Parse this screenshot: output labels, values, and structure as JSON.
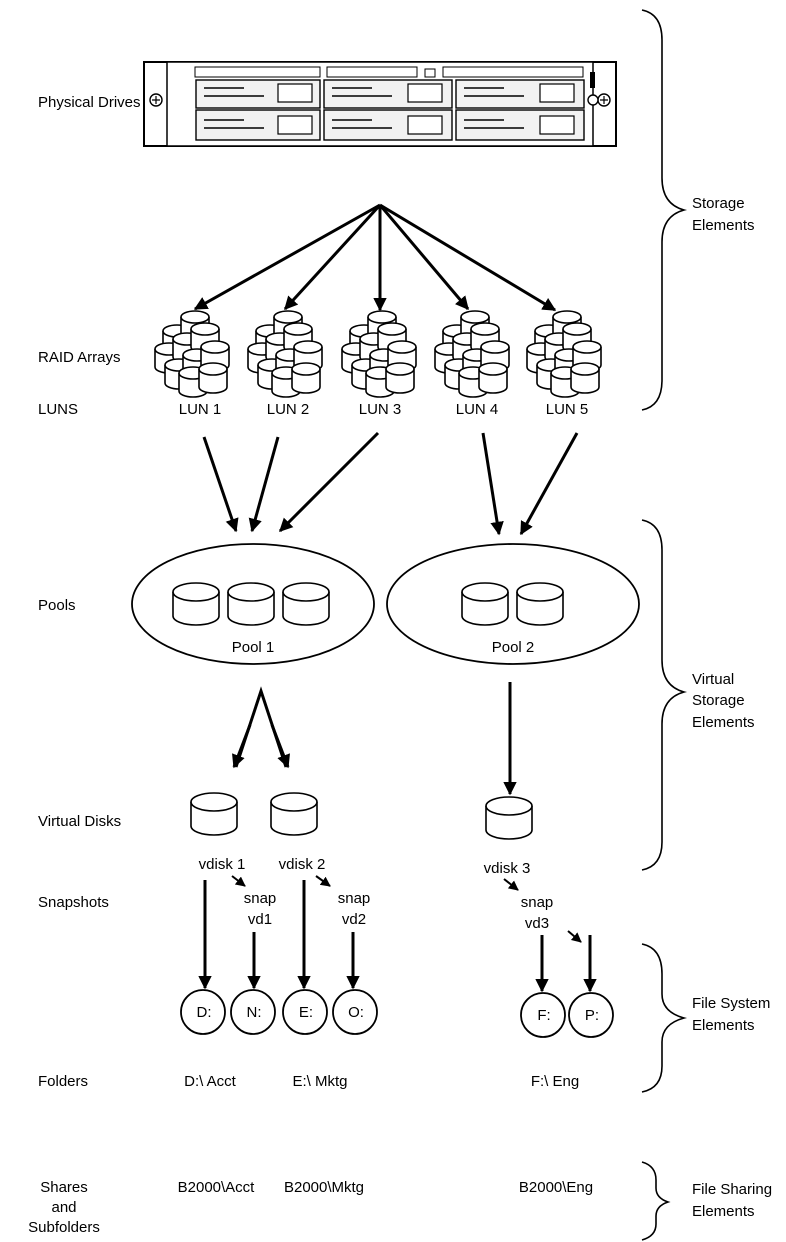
{
  "row_labels": {
    "physical_drives": "Physical Drives",
    "raid_arrays": "RAID Arrays",
    "luns": "LUNS",
    "pools": "Pools",
    "virtual_disks": "Virtual Disks",
    "snapshots": "Snapshots",
    "folders": "Folders",
    "shares_line1": "Shares",
    "shares_line2": "and",
    "shares_line3": "Subfolders"
  },
  "luns": [
    "LUN 1",
    "LUN 2",
    "LUN 3",
    "LUN 4",
    "LUN 5"
  ],
  "pools": [
    "Pool 1",
    "Pool 2"
  ],
  "vdisks": [
    "vdisk 1",
    "vdisk 2",
    "vdisk 3"
  ],
  "snaps": {
    "snap_word": "snap",
    "names": [
      "vd1",
      "vd2",
      "vd3"
    ]
  },
  "drives": [
    "D:",
    "N:",
    "E:",
    "O:",
    "F:",
    "P:"
  ],
  "folders": [
    "D:\\ Acct",
    "E:\\ Mktg",
    "F:\\ Eng"
  ],
  "shares": [
    "B2000\\Acct",
    "B2000\\Mktg",
    "B2000\\Eng"
  ],
  "groups": {
    "storage_1": "Storage",
    "storage_2": "Elements",
    "virtual_1": "Virtual",
    "virtual_2": "Storage",
    "virtual_3": "Elements",
    "filesystem_1": "File System",
    "filesystem_2": "Elements",
    "filesharing_1": "File Sharing",
    "filesharing_2": "Elements"
  }
}
